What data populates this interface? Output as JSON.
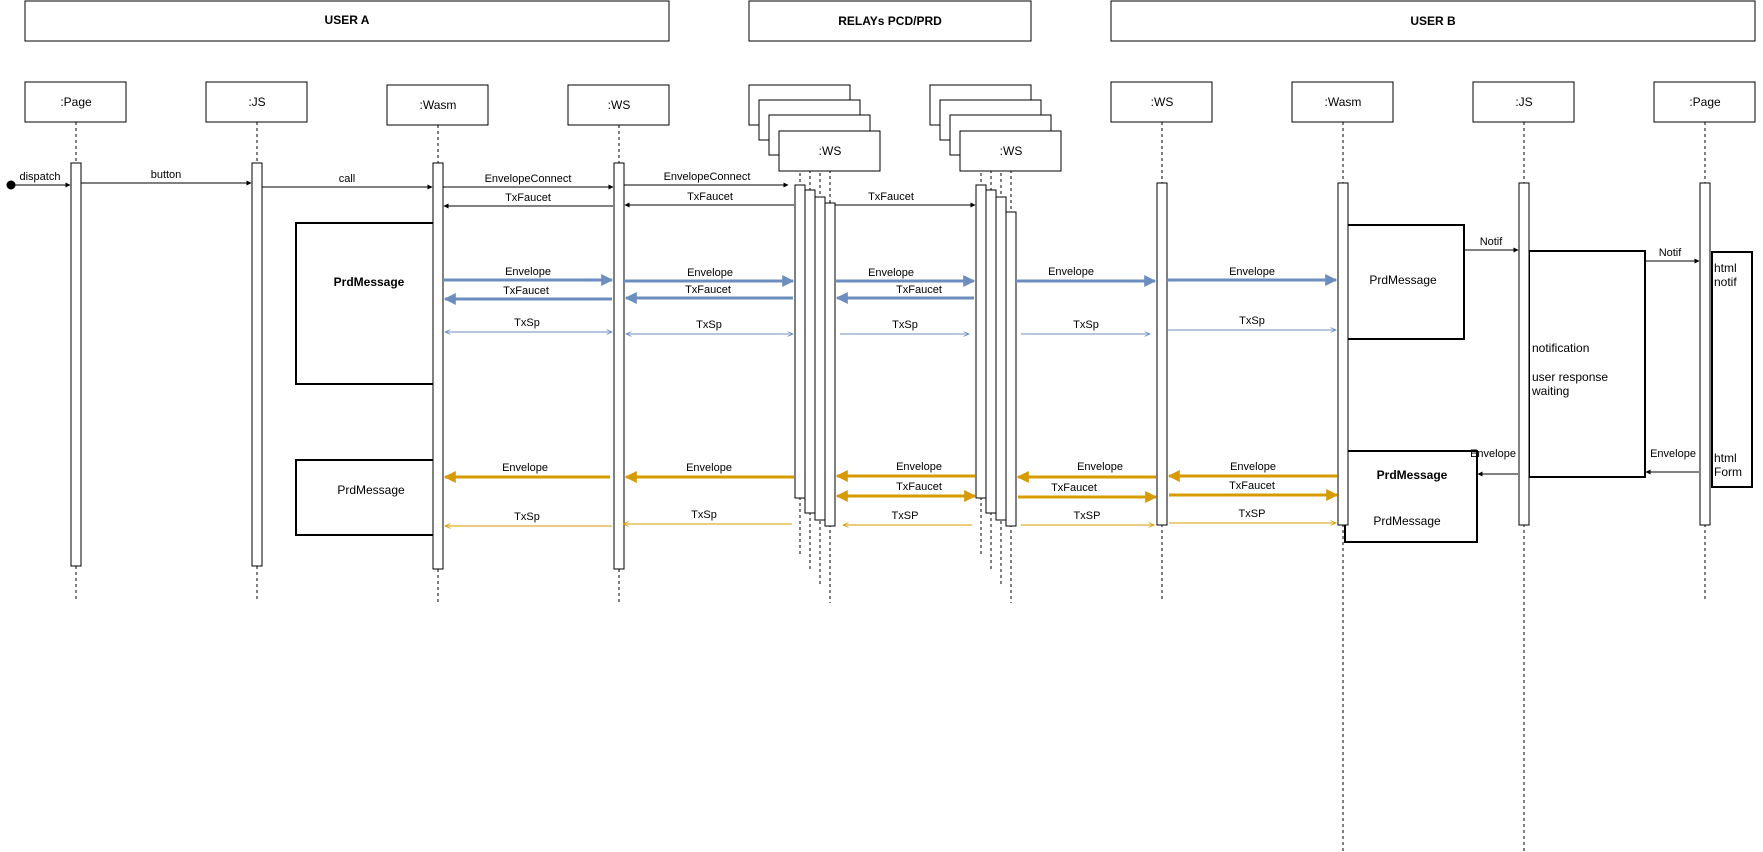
{
  "colors": {
    "blue": "#6c8ebf",
    "orange": "#d79b00",
    "black": "#000000"
  },
  "groups": {
    "user_a": "USER A",
    "relays": "RELAYs PCD/PRD",
    "user_b": "USER B"
  },
  "participants": {
    "a_page": ":Page",
    "a_js": ":JS",
    "a_wasm": ":Wasm",
    "a_ws": ":WS",
    "r1_ws": ":WS",
    "r2_ws": ":WS",
    "b_ws": ":WS",
    "b_wasm": ":Wasm",
    "b_js": ":JS",
    "b_page": ":Page"
  },
  "messages": {
    "dispatch": "dispatch",
    "button": "button",
    "call": "call",
    "envelope_connect": "EnvelopeConnect",
    "tx_faucet": "TxFaucet",
    "envelope": "Envelope",
    "tx_sp_lower": "TxSp",
    "tx_sp_upper": "TxSP",
    "notif": "Notif"
  },
  "notes": {
    "prd_message": "PrdMessage",
    "notification": "notification",
    "user_response": "user response",
    "waiting": "waiting",
    "html": "html",
    "notif": "notif",
    "form": "Form"
  }
}
